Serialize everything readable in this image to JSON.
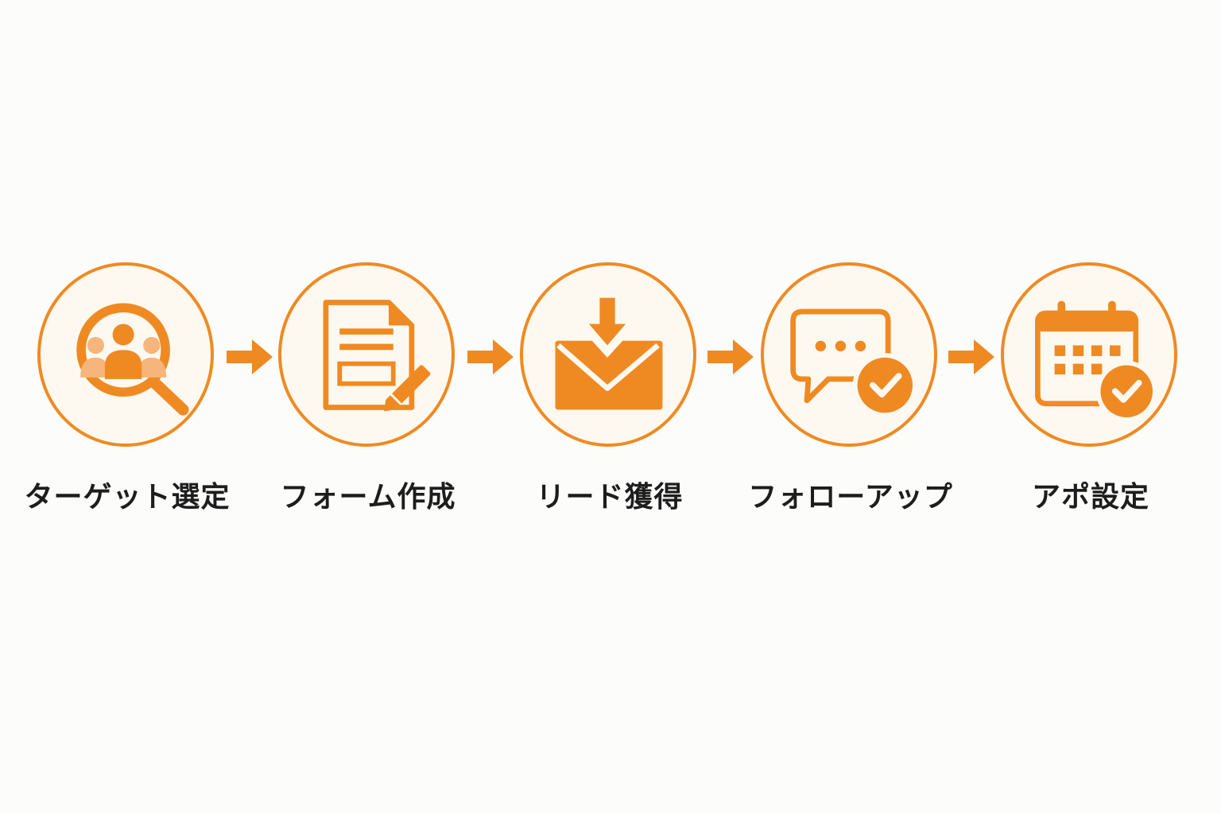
{
  "flow": {
    "accent_color": "#ef8a22",
    "background_color": "#fcfcfb",
    "steps": [
      {
        "label": "ターゲット選定",
        "icon": "magnifier-people-icon"
      },
      {
        "label": "フォーム作成",
        "icon": "document-pencil-icon"
      },
      {
        "label": "リード獲得",
        "icon": "envelope-download-icon"
      },
      {
        "label": "フォローアップ",
        "icon": "chat-check-icon"
      },
      {
        "label": "アポ設定",
        "icon": "calendar-check-icon"
      }
    ]
  }
}
